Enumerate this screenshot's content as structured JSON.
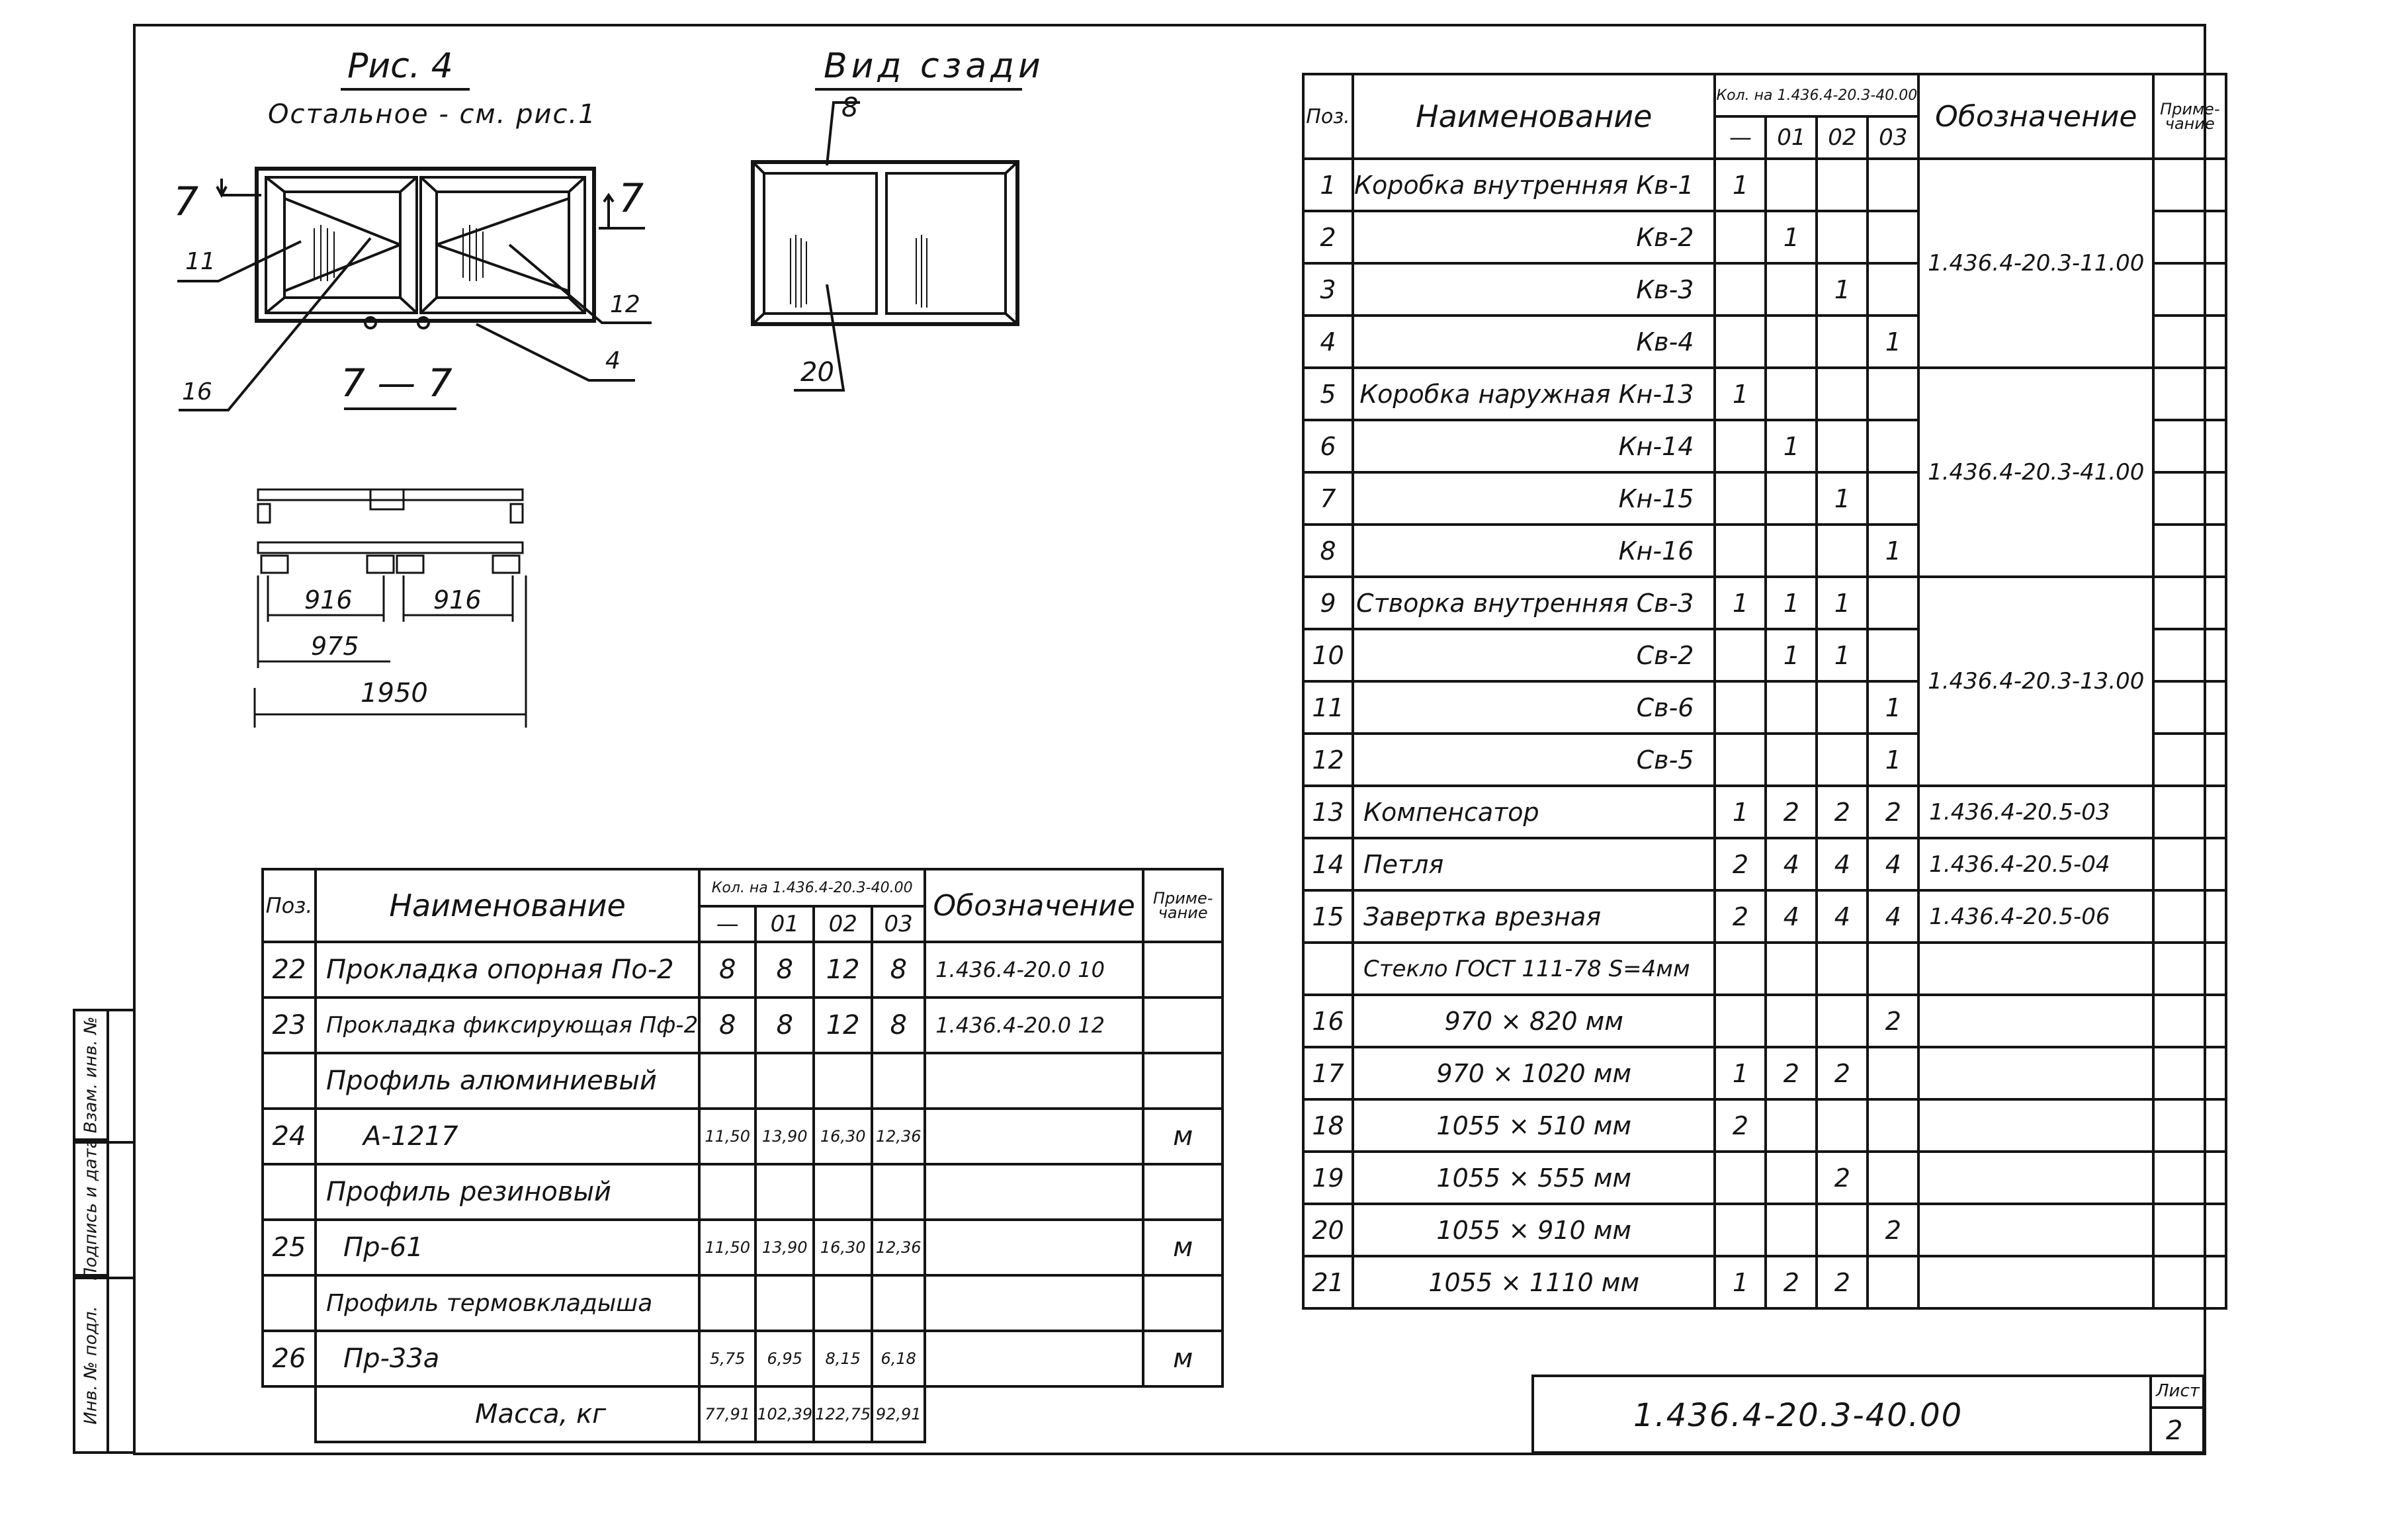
{
  "figure": {
    "fig_title": "Рис. 4",
    "fig_subtitle": "Остальное - см. рис.1",
    "section_mark": "7",
    "section_title": "7 — 7",
    "rear_view_title": "Вид сзади",
    "callouts": {
      "c11": "11",
      "c12": "12",
      "c16": "16",
      "c4": "4",
      "c8": "8",
      "c20": "20"
    },
    "dims": {
      "d916a": "916",
      "d916b": "916",
      "d975": "975",
      "d1950": "1950"
    }
  },
  "right_table": {
    "headers": {
      "pos": "Поз.",
      "name": "Наименование",
      "qty_group": "Кол. на 1.436.4-20.3-40.00",
      "qty_cols": [
        "—",
        "01",
        "02",
        "03"
      ],
      "designation": "Обозначение",
      "note": "Приме- чание"
    },
    "rows": [
      {
        "pos": "1",
        "name": "Коробка внутренняя Кв-1",
        "q0": "1",
        "q1": "",
        "q2": "",
        "q3": ""
      },
      {
        "pos": "2",
        "name": "Кв-2",
        "q0": "",
        "q1": "1",
        "q2": "",
        "q3": ""
      },
      {
        "pos": "3",
        "name": "Кв-3",
        "q0": "",
        "q1": "",
        "q2": "1",
        "q3": ""
      },
      {
        "pos": "4",
        "name": "Кв-4",
        "q0": "",
        "q1": "",
        "q2": "",
        "q3": "1"
      },
      {
        "pos": "5",
        "name": "Коробка наружная Кн-13",
        "q0": "1",
        "q1": "",
        "q2": "",
        "q3": ""
      },
      {
        "pos": "6",
        "name": "Кн-14",
        "q0": "",
        "q1": "1",
        "q2": "",
        "q3": ""
      },
      {
        "pos": "7",
        "name": "Кн-15",
        "q0": "",
        "q1": "",
        "q2": "1",
        "q3": ""
      },
      {
        "pos": "8",
        "name": "Кн-16",
        "q0": "",
        "q1": "",
        "q2": "",
        "q3": "1"
      },
      {
        "pos": "9",
        "name": "Створка внутренняя Св-3",
        "q0": "1",
        "q1": "1",
        "q2": "1",
        "q3": ""
      },
      {
        "pos": "10",
        "name": "Св-2",
        "q0": "",
        "q1": "1",
        "q2": "1",
        "q3": ""
      },
      {
        "pos": "11",
        "name": "Св-6",
        "q0": "",
        "q1": "",
        "q2": "",
        "q3": "1"
      },
      {
        "pos": "12",
        "name": "Св-5",
        "q0": "",
        "q1": "",
        "q2": "",
        "q3": "1"
      },
      {
        "pos": "13",
        "name": "Компенсатор",
        "q0": "1",
        "q1": "2",
        "q2": "2",
        "q3": "2",
        "des": "1.436.4-20.5-03"
      },
      {
        "pos": "14",
        "name": "Петля",
        "q0": "2",
        "q1": "4",
        "q2": "4",
        "q3": "4",
        "des": "1.436.4-20.5-04"
      },
      {
        "pos": "15",
        "name": "Завертка врезная",
        "q0": "2",
        "q1": "4",
        "q2": "4",
        "q3": "4",
        "des": "1.436.4-20.5-06"
      },
      {
        "pos": "",
        "name": "Стекло ГОСТ 111-78 S=4мм",
        "q0": "",
        "q1": "",
        "q2": "",
        "q3": ""
      },
      {
        "pos": "16",
        "name": "970 × 820 мм",
        "q0": "",
        "q1": "",
        "q2": "",
        "q3": "2"
      },
      {
        "pos": "17",
        "name": "970 × 1020 мм",
        "q0": "1",
        "q1": "2",
        "q2": "2",
        "q3": ""
      },
      {
        "pos": "18",
        "name": "1055 × 510 мм",
        "q0": "2",
        "q1": "",
        "q2": "",
        "q3": ""
      },
      {
        "pos": "19",
        "name": "1055 × 555 мм",
        "q0": "",
        "q1": "",
        "q2": "2",
        "q3": ""
      },
      {
        "pos": "20",
        "name": "1055 × 910 мм",
        "q0": "",
        "q1": "",
        "q2": "",
        "q3": "2"
      },
      {
        "pos": "21",
        "name": "1055 × 1110 мм",
        "q0": "1",
        "q1": "2",
        "q2": "2",
        "q3": ""
      }
    ],
    "group_designations": [
      "1.436.4-20.3-11.00",
      "1.436.4-20.3-41.00",
      "1.436.4-20.3-13.00"
    ]
  },
  "left_table": {
    "headers": {
      "pos": "Поз.",
      "name": "Наименование",
      "qty_group": "Кол. на 1.436.4-20.3-40.00",
      "qty_cols": [
        "—",
        "01",
        "02",
        "03"
      ],
      "designation": "Обозначение",
      "note": "Приме- чание"
    },
    "rows": [
      {
        "pos": "22",
        "name": "Прокладка опорная По-2",
        "q0": "8",
        "q1": "8",
        "q2": "12",
        "q3": "8",
        "des": "1.436.4-20.0 10",
        "note": ""
      },
      {
        "pos": "23",
        "name": "Прокладка фиксирующая Пф-2",
        "q0": "8",
        "q1": "8",
        "q2": "12",
        "q3": "8",
        "des": "1.436.4-20.0 12",
        "note": ""
      },
      {
        "pos": "",
        "name": "Профиль алюминиевый",
        "q0": "",
        "q1": "",
        "q2": "",
        "q3": "",
        "des": "",
        "note": ""
      },
      {
        "pos": "24",
        "name": "А-1217",
        "q0": "11,50",
        "q1": "13,90",
        "q2": "16,30",
        "q3": "12,36",
        "des": "",
        "note": "м"
      },
      {
        "pos": "",
        "name": "Профиль резиновый",
        "q0": "",
        "q1": "",
        "q2": "",
        "q3": "",
        "des": "",
        "note": ""
      },
      {
        "pos": "25",
        "name": "Пр-61",
        "q0": "11,50",
        "q1": "13,90",
        "q2": "16,30",
        "q3": "12,36",
        "des": "",
        "note": "м"
      },
      {
        "pos": "",
        "name": "Профиль термовкладыша",
        "q0": "",
        "q1": "",
        "q2": "",
        "q3": "",
        "des": "",
        "note": ""
      },
      {
        "pos": "26",
        "name": "Пр-33а",
        "q0": "5,75",
        "q1": "6,95",
        "q2": "8,15",
        "q3": "6,18",
        "des": "",
        "note": "м"
      }
    ],
    "mass": {
      "label": "Масса, кг",
      "q0": "77,91",
      "q1": "102,39",
      "q2": "122,75",
      "q3": "92,91"
    }
  },
  "title_block": {
    "designation": "1.436.4-20.3-40.00",
    "sheet_label": "Лист",
    "sheet_number": "2"
  },
  "side_stamp": [
    "Инв. № подл.",
    "Подпись и дата",
    "Взам. инв. №"
  ]
}
